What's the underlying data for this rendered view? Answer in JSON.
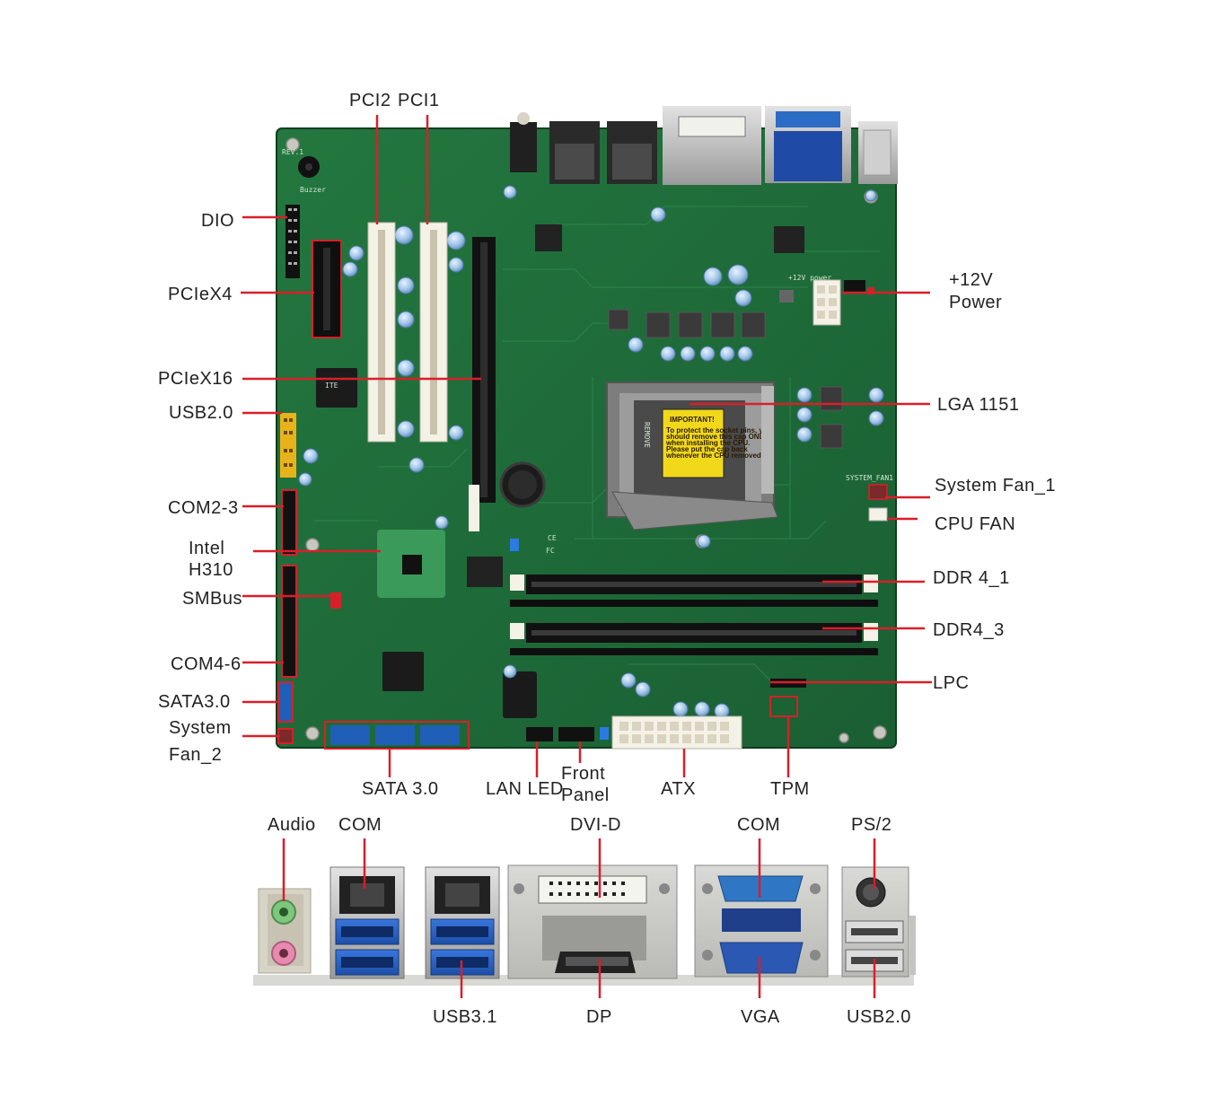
{
  "colors": {
    "pcb": "#1f6b38",
    "pcb_dark": "#134a24",
    "leader": "#d81f2a",
    "label": "#222222",
    "slot_white": "#f4f1e6",
    "slot_black": "#141414",
    "sata_blue": "#1f5fb8",
    "usb3_blue": "#2b63c9",
    "vga_blue": "#2a58b3",
    "warning_yellow": "#f1d81b"
  },
  "board": {
    "silkscreen": {
      "rev": "REV.1",
      "buzzer": "Buzzer",
      "power12v": "+12V power",
      "sysfan": "SYSTEM_FAN1",
      "remove": "REMOVE",
      "ite": "ITE",
      "ce": "CE",
      "fc": "FC"
    },
    "socket_sticker": {
      "title": "IMPORTANT!",
      "line1": "To protect the socket pins, you",
      "line2": "should remove this cap ONLY",
      "line3": "when installing the CPU.",
      "line4": "Please put the cap back",
      "line5": "whenever the CPU removed."
    }
  },
  "labels": {
    "pci2": "PCI2",
    "pci1": "PCI1",
    "dio": "DIO",
    "pciex4": "PCIeX4",
    "pciex16": "PCIeX16",
    "usb20_board": "USB2.0",
    "com23": "COM2-3",
    "intel": "Intel",
    "h310": "H310",
    "smbus": "SMBus",
    "com46": "COM4-6",
    "sata30_left": "SATA3.0",
    "sysfan2_a": "System",
    "sysfan2_b": "Fan_2",
    "power12v_a": "+12V",
    "power12v_b": "Power",
    "lga1151": "LGA 1151",
    "sysfan1": "System Fan_1",
    "cpufan": "CPU FAN",
    "ddr41": "DDR 4_1",
    "ddr43": "DDR4_3",
    "lpc": "LPC",
    "sata30_bottom": "SATA 3.0",
    "lanled": "LAN LED",
    "front_a": "Front",
    "front_b": "Panel",
    "atx": "ATX",
    "tpm": "TPM"
  },
  "io_labels": {
    "audio": "Audio",
    "com_left": "COM",
    "dvid": "DVI-D",
    "com_right": "COM",
    "ps2": "PS/2",
    "usb31": "USB3.1",
    "dp": "DP",
    "vga": "VGA",
    "usb20_io": "USB2.0"
  }
}
